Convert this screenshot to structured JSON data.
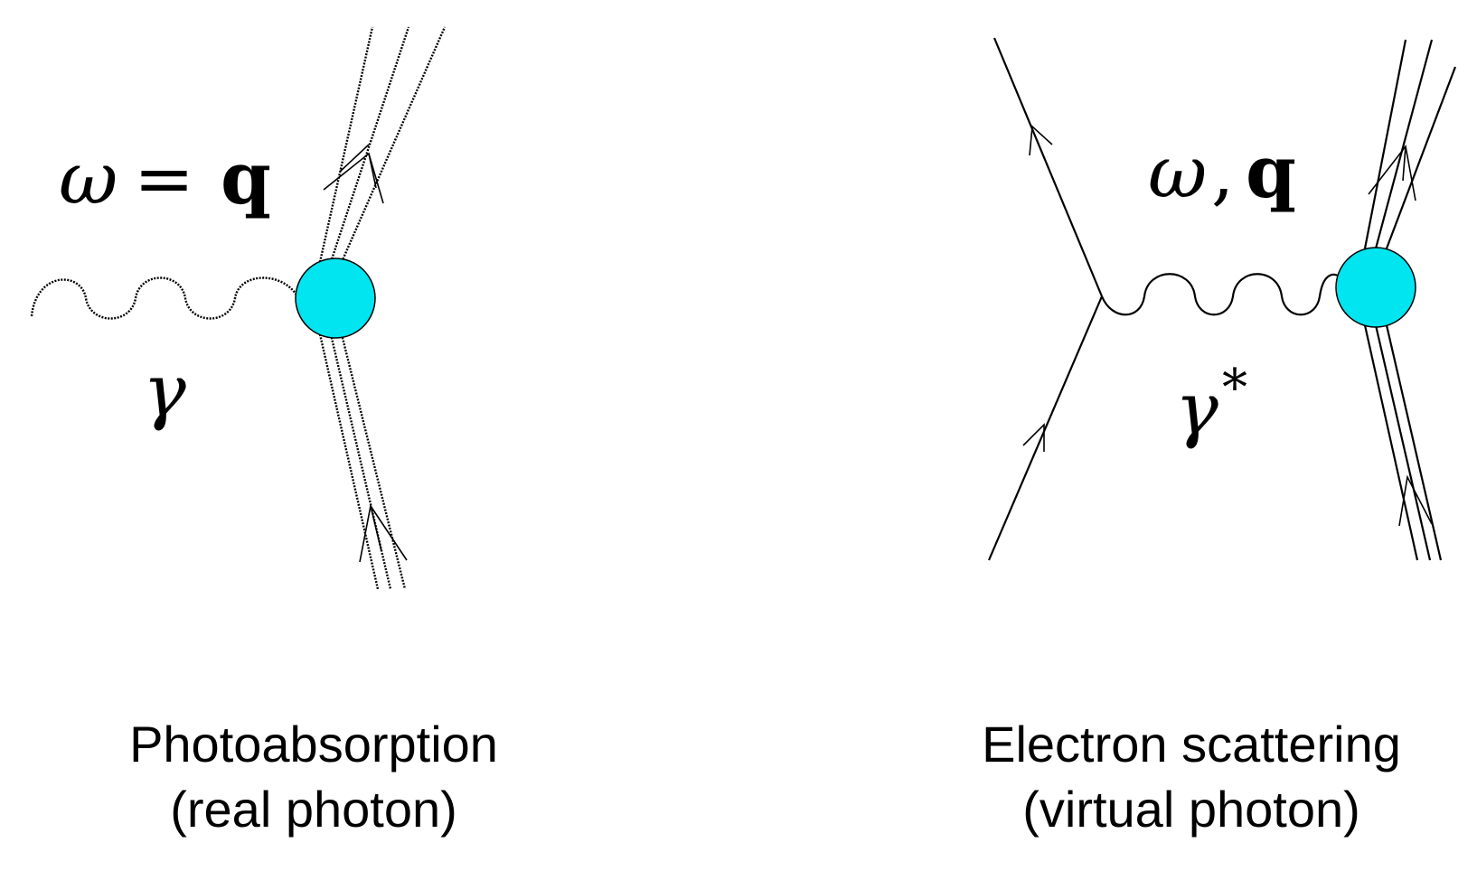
{
  "left_panel": {
    "kinematics_label": {
      "omega": "ω",
      "equals": "=",
      "q": "q"
    },
    "photon_label": "γ",
    "caption_line1": "Photoabsorption",
    "caption_line2": "(real photon)"
  },
  "right_panel": {
    "kinematics_label": {
      "omega": "ω",
      "comma": ",",
      "q": "q"
    },
    "photon_label": "γ",
    "photon_superscript": "*",
    "caption_line1": "Electron scattering",
    "caption_line2": "(virtual photon)"
  },
  "colors": {
    "vertex_fill": "#00e5ef",
    "lines": "#000000"
  }
}
